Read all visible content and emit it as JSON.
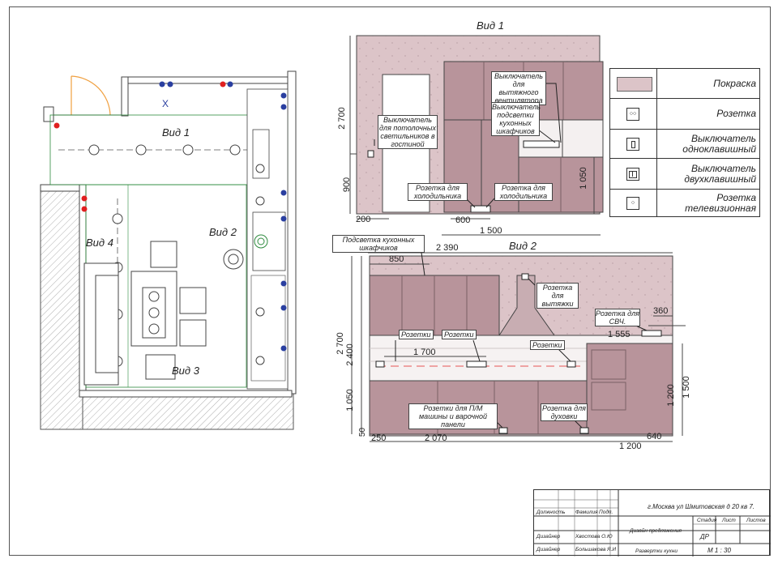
{
  "views": {
    "v1_plan": "Вид 1",
    "v2_plan": "Вид 2",
    "v3_plan": "Вид 3",
    "v4_plan": "Вид 4",
    "v1_title": "Вид 1",
    "v2_title": "Вид 2"
  },
  "elev1": {
    "switch_ceiling": "Выключатель для потолочных светильников в гостиной",
    "switch_fan": "Выключатель для вытяжного вентилятора",
    "switch_cab": "Выключатель подсветки кухонных шкафчиков",
    "socket_fridge_1": "Розетка для холодильника",
    "socket_fridge_2": "Розетка для холодильника",
    "dim_2700": "2 700",
    "dim_900": "900",
    "dim_1050": "1 050",
    "dim_200": "200",
    "dim_600": "600",
    "dim_1500": "1 500"
  },
  "elev2": {
    "cab_light": "Подсветка кухонных шкафчиков",
    "socket_hood": "Розетка для вытяжки",
    "socket_micro": "Розетка для СВЧ.",
    "sockets_1": "Розетки",
    "sockets_2": "Розетки",
    "sockets_3": "Розетки",
    "socket_dish": "Розетки для П/М машины и варочной панели",
    "socket_oven": "Розетка для духовки",
    "dim_2390": "2 390",
    "dim_850": "850",
    "dim_360": "360",
    "dim_1555": "1 555",
    "dim_1700": "1 700",
    "dim_2700": "2 700",
    "dim_2400": "2 400",
    "dim_1050": "1 050",
    "dim_50": "50",
    "dim_250": "250",
    "dim_2070": "2 070",
    "dim_640": "640",
    "dim_1200b": "1 200",
    "dim_1200v": "1 200",
    "dim_1500v": "1 500"
  },
  "legend": {
    "paint": "Покраска",
    "socket": "Розетка",
    "switch1": "Выключатель одноклавишный",
    "switch2": "Выключатель двухклавишный",
    "tv": "Розетка телевизионная"
  },
  "titleblock": {
    "address": "г.Москва ул Шмитовская д 20 кв 7.",
    "col_position": "Должность",
    "col_surname": "Фамилия",
    "col_sign": "Подп.",
    "role1": "Дизайнер",
    "name1": "Хвостова О.Ю",
    "role2": "Дизайнер",
    "name2": "Большакова Я.И",
    "stage_label": "Стадия",
    "sheet_label": "Лист",
    "sheets_label": "Листов",
    "project": "Дизайн предложения",
    "stage_value": "ДР",
    "drawing": "Развертки кухни",
    "scale": "М 1 : 30"
  },
  "colors": {
    "paint": "#dcc4c8",
    "cabinet": "#b8949b",
    "cabinet_dark": "#9e7d84",
    "line": "#333333",
    "plan_line": "#2e8b3e",
    "socket_red": "#e02020",
    "socket_blue": "#2a3fa0",
    "door": "#f0a040"
  }
}
